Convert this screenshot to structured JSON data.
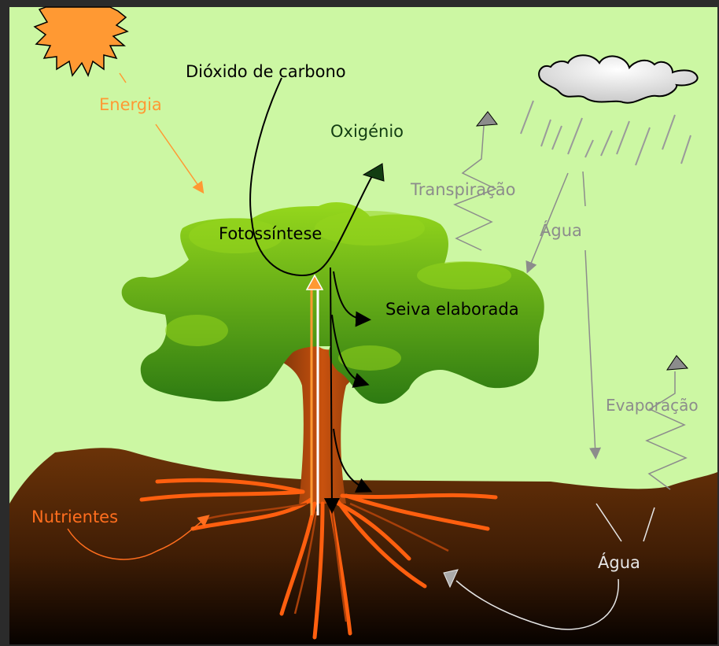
{
  "labels": {
    "energy": "Energia",
    "co2": "Dióxido de carbono",
    "oxygen": "Oxigénio",
    "photosynthesis": "Fotossíntese",
    "transpiration": "Transpiração",
    "water_rain": "Água",
    "sap": "Seiva elaborada",
    "evaporation": "Evaporação",
    "nutrients": "Nutrientes",
    "water_soil": "Água"
  },
  "colors": {
    "sky": "#ccf7a3",
    "frame": "#2b2b2b",
    "sun": "#ff9933",
    "energy": "#ff9933",
    "co2": "#000000",
    "oxygen": "#123d12",
    "water": "#8c8c8c",
    "soil": "#6b3308",
    "root": "#ff5f0f",
    "canopy_light": "#8fd11f",
    "canopy_dark": "#2f7a10",
    "trunk": "#8a3d10",
    "nutrients": "#ff6e1e",
    "soil_water": "#e6e6e6"
  }
}
